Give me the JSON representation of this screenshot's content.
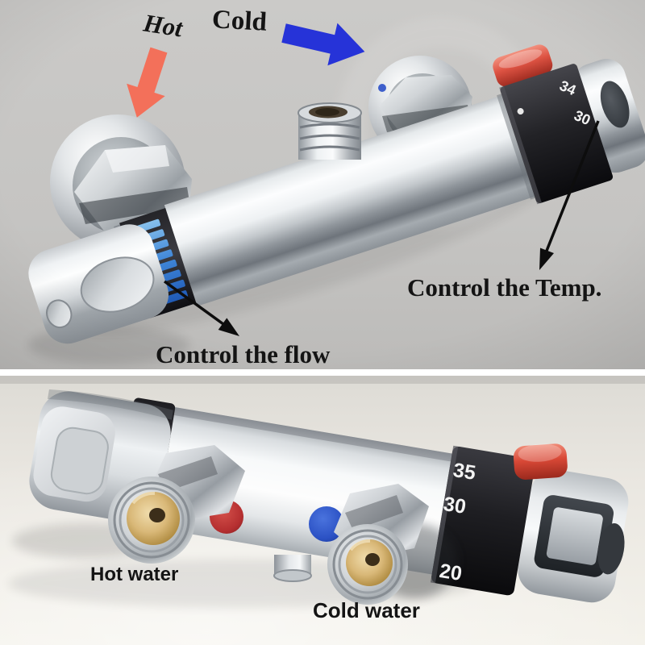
{
  "page": {
    "title": "Thermostatic shower mixer valve — annotated product image"
  },
  "top_photo": {
    "hot_label": "Hot",
    "cold_label": "Cold",
    "temp_caption": "Control the Temp.",
    "flow_caption": "Control the flow",
    "dial_numbers": [
      "34",
      "30"
    ]
  },
  "bottom_photo": {
    "hot_water_label": "Hot water",
    "cold_water_label": "Cold water",
    "dial_numbers": [
      "35",
      "30",
      "20"
    ]
  },
  "colors": {
    "hot_arrow": "#f3705a",
    "cold_arrow": "#2633d8",
    "annotation_arrow": "#0d0d0d",
    "safety_button_red": "#d94b3a",
    "hot_indicator_dot": "#b53134",
    "cold_indicator_dot": "#2d52c6",
    "flow_tick_blue": "#3f86d8"
  }
}
